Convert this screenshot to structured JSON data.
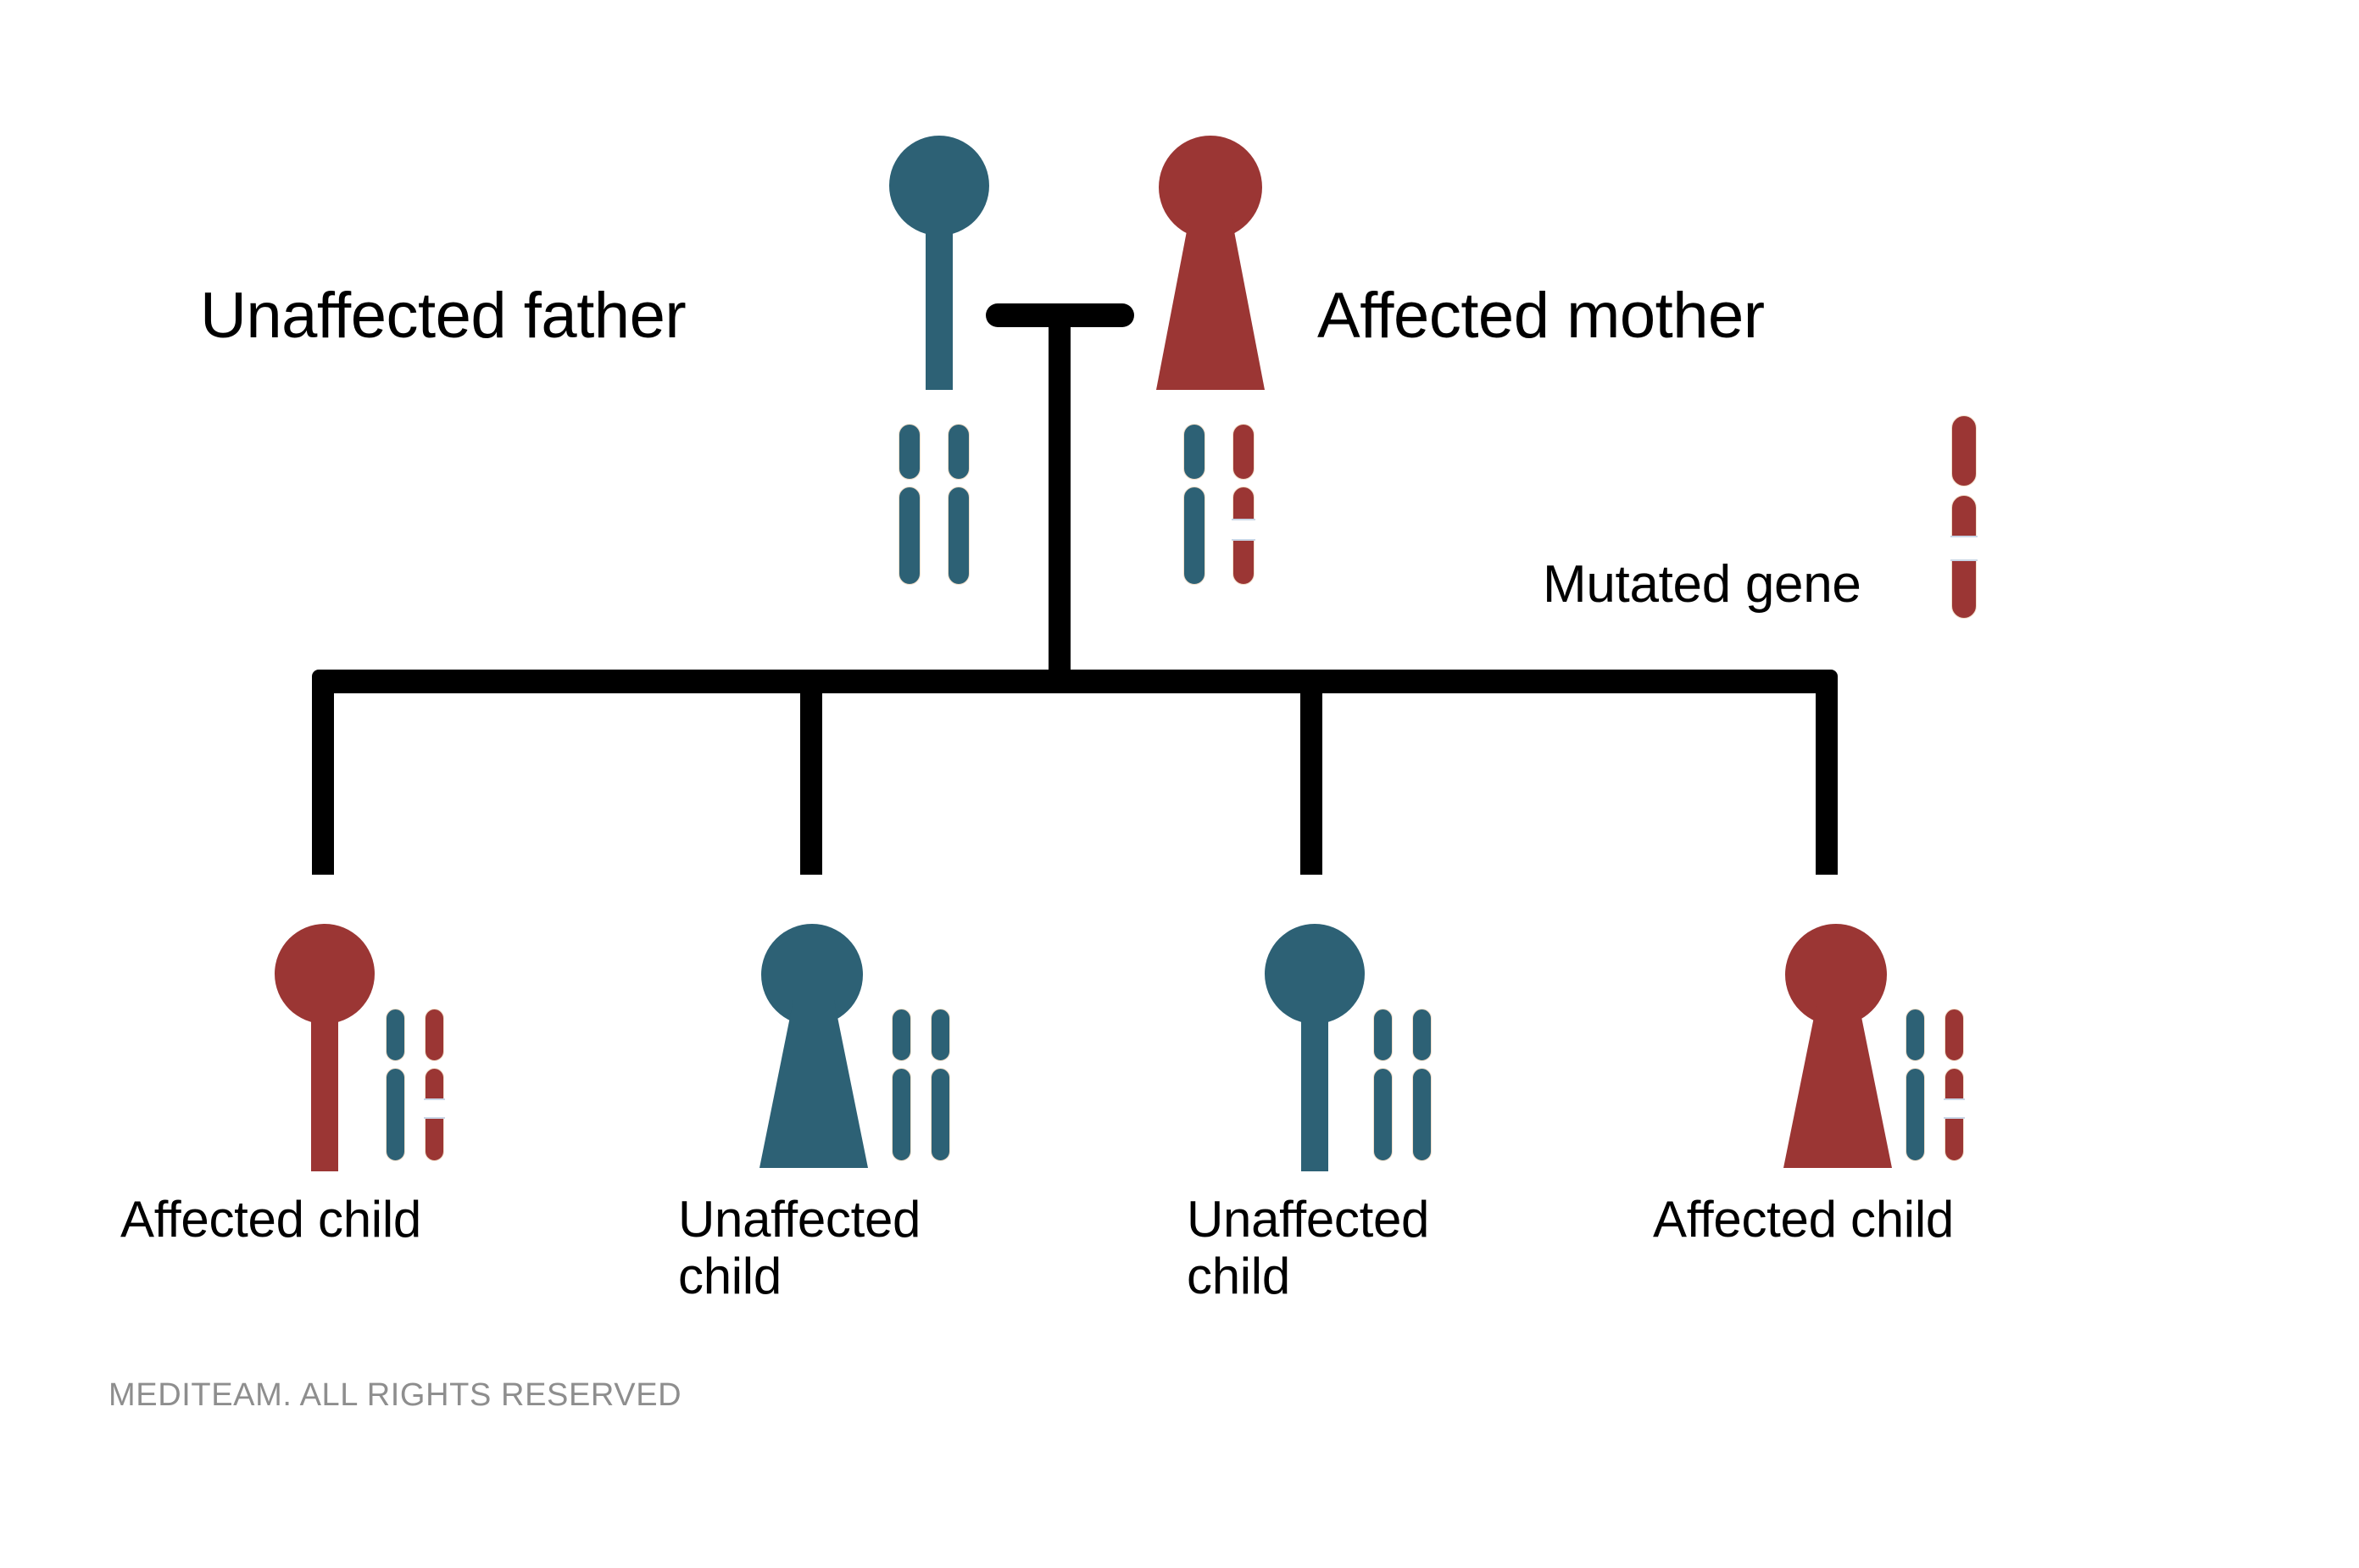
{
  "diagram": {
    "title_text_present": false,
    "colors": {
      "unaffected": "#2d6175",
      "affected": "#9b3634",
      "line": "#000000",
      "band": "#ffffff",
      "chromosome_outline": "#f2dfcb",
      "band_edge": "#c9d6e6",
      "background": "#ffffff",
      "copyright_text": "#8e8e8e"
    },
    "parents": [
      {
        "id": "father",
        "label": "Unaffected father",
        "sex": "male",
        "status": "unaffected",
        "symbol_color": "#2d6175",
        "chromosomes": [
          {
            "color": "#2d6175",
            "mutated": false
          },
          {
            "color": "#2d6175",
            "mutated": false
          }
        ]
      },
      {
        "id": "mother",
        "label": "Affected mother",
        "sex": "female",
        "status": "affected",
        "symbol_color": "#9b3634",
        "chromosomes": [
          {
            "color": "#2d6175",
            "mutated": false
          },
          {
            "color": "#9b3634",
            "mutated": true
          }
        ]
      }
    ],
    "legend": {
      "label": "Mutated gene",
      "chromosome": {
        "color": "#9b3634",
        "mutated": true
      }
    },
    "children": [
      {
        "id": "child-1",
        "label": "Affected child",
        "sex": "male",
        "status": "affected",
        "symbol_color": "#9b3634",
        "chromosomes": [
          {
            "color": "#2d6175",
            "mutated": false
          },
          {
            "color": "#9b3634",
            "mutated": true
          }
        ]
      },
      {
        "id": "child-2",
        "label": "Unaffected child",
        "sex": "female",
        "status": "unaffected",
        "symbol_color": "#2d6175",
        "chromosomes": [
          {
            "color": "#2d6175",
            "mutated": false
          },
          {
            "color": "#2d6175",
            "mutated": false
          }
        ]
      },
      {
        "id": "child-3",
        "label": "Unaffected child",
        "sex": "male",
        "status": "unaffected",
        "symbol_color": "#2d6175",
        "chromosomes": [
          {
            "color": "#2d6175",
            "mutated": false
          },
          {
            "color": "#2d6175",
            "mutated": false
          }
        ]
      },
      {
        "id": "child-4",
        "label": "Affected child",
        "sex": "female",
        "status": "affected",
        "symbol_color": "#9b3634",
        "chromosomes": [
          {
            "color": "#2d6175",
            "mutated": false
          },
          {
            "color": "#9b3634",
            "mutated": true
          }
        ]
      }
    ],
    "footer": {
      "copyright": "MEDITEAM. ALL RIGHTS RESERVED"
    }
  }
}
